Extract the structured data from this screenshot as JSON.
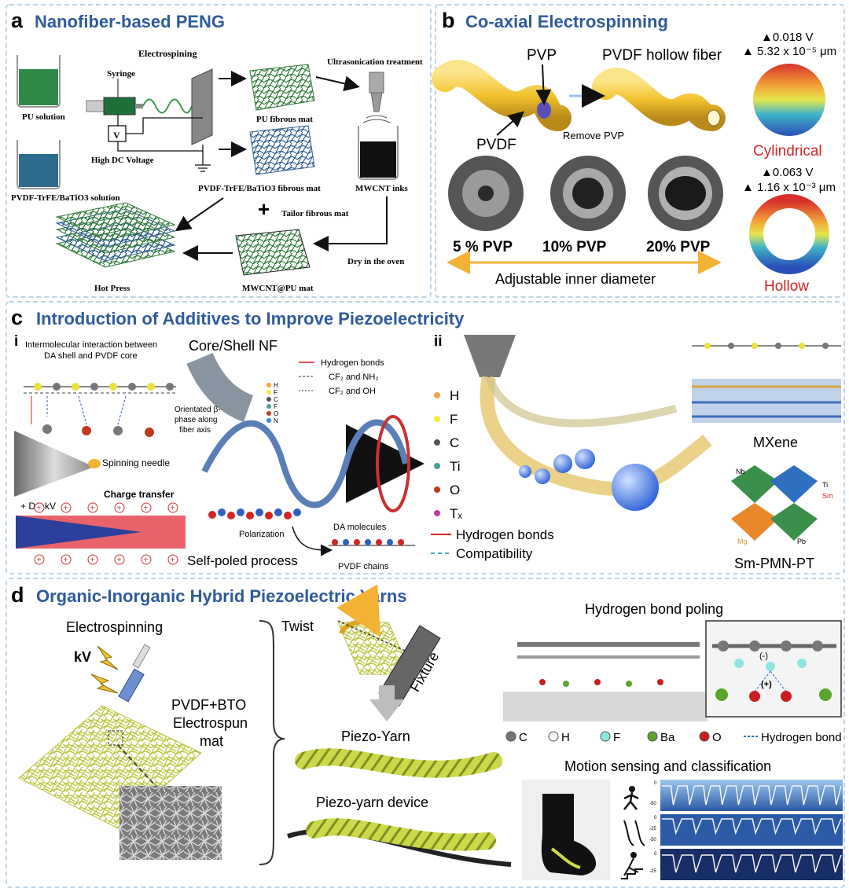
{
  "panels": {
    "a": {
      "letter": "a",
      "title": "Nanofiber-based PENG",
      "labels": {
        "electrospinning": "Electrospining",
        "syringe": "Syringe",
        "ultrasonication": "Ultrasonication treatment",
        "pu_solution": "PU solution",
        "v_box": "V",
        "pu_mat": "PU fibrous mat",
        "high_dc": "High DC Voltage",
        "pvdf_solution": "PVDF-TrFE/BaTiO3 solution",
        "pvdf_mat": "PVDF-TrFE/BaTiO3 fibrous mat",
        "mwcnt_inks": "MWCNT inks",
        "plus": "+",
        "tailor": "Tailor fibrous mat",
        "dry_oven": "Dry in the oven",
        "hot_press": "Hot Press",
        "mwcnt_pu": "MWCNT@PU mat"
      }
    },
    "b": {
      "letter": "b",
      "title": "Co-axial Electrospinning",
      "labels": {
        "pvp": "PVP",
        "pvdf_hollow": "PVDF hollow fiber",
        "pvdf": "PVDF",
        "remove_pvp": "Remove PVP",
        "v1": "▲0.018 V",
        "d1": "▲ 5.32 x 10⁻⁵ μm",
        "cylindrical": "Cylindrical",
        "v2": "▲0.063 V",
        "d2": "▲ 1.16 x 10⁻³ μm",
        "hollow": "Hollow",
        "pvp5": "5 % PVP",
        "pvp10": "10% PVP",
        "pvp20": "20% PVP",
        "adjustable": "Adjustable inner diameter"
      }
    },
    "c": {
      "letter": "c",
      "title": "Introduction of Additives to Improve Piezoelectricity",
      "labels": {
        "sub_i": "i",
        "sub_ii": "ii",
        "intermolecular": "Intermolecular interaction between",
        "intermolecular2": "DA shell and PVDF core",
        "core_shell": "Core/Shell NF",
        "hbonds_leg": "Hydrogen bonds",
        "cf2nh2": "CF₂ and NH₂",
        "cf2oh": "CF₂ and OH",
        "orientated": "Orientated β-",
        "orientated2": "phase along",
        "orientated3": "fiber axis",
        "spinning_needle": "Spinning needle",
        "dc_kv": "+ DC kV",
        "charge_transfer": "Charge transfer",
        "polarization": "Polarization",
        "da_molecules": "DA molecules",
        "self_poled": "Self-poled process",
        "pvdf_chains": "PVDF chains",
        "hbonds_ii": "Hydrogen bonds",
        "compat": "Compatibility",
        "mxene": "MXene",
        "smpmnpt": "Sm-PMN-PT",
        "nb": "Nb",
        "ti_s": "Ti",
        "sm": "Sm",
        "mg": "Mg",
        "pb": "Pb",
        "atoms_i": [
          "H",
          "F",
          "C",
          "F",
          "O",
          "N"
        ],
        "atoms_ii": [
          "H",
          "F",
          "C",
          "Ti",
          "O",
          "Tₓ"
        ]
      }
    },
    "d": {
      "letter": "d",
      "title": "Organic-Inorganic Hybrid Piezoelectric Yarns",
      "labels": {
        "electrospinning": "Electrospinning",
        "kv": "kV",
        "pvdf_bto1": "PVDF+BTO",
        "pvdf_bto2": "Electrospun",
        "pvdf_bto3": "mat",
        "twist": "Twist",
        "fixture": "Fixture",
        "piezo_yarn": "Piezo-Yarn",
        "piezo_device": "Piezo-yarn device",
        "hbond_poling": "Hydrogen bond poling",
        "minus": "(-)",
        "plus": "(+)",
        "motion": "Motion sensing and classification",
        "legend": [
          "C",
          "H",
          "F",
          "Ba",
          "O",
          "Hydrogen bond"
        ],
        "ticks1": [
          "0",
          "-50"
        ],
        "ticks2": [
          "0",
          "-25",
          "-50"
        ],
        "ticks3": [
          "0",
          "-25"
        ]
      }
    }
  },
  "colors": {
    "title_blue": "#2f5b9a",
    "panel_border": "#b9d6ea",
    "gold": "#f2c22e",
    "yarn_green": "#cbd84a",
    "red_text": "#d42424",
    "orange_arrow": "#f3b233"
  },
  "atom_colors": {
    "H": "#f1a640",
    "F": "#f2ee40",
    "C": "#555555",
    "Ti": "#4f9f96",
    "O": "#c03a1f",
    "Tx": "#c03da0",
    "N": "#2f8fd0",
    "Cd": "#777777",
    "Hd": "#f4f4f4",
    "Fd": "#8de6e2",
    "Ba": "#5aa42b",
    "Od": "#c81e1e"
  }
}
